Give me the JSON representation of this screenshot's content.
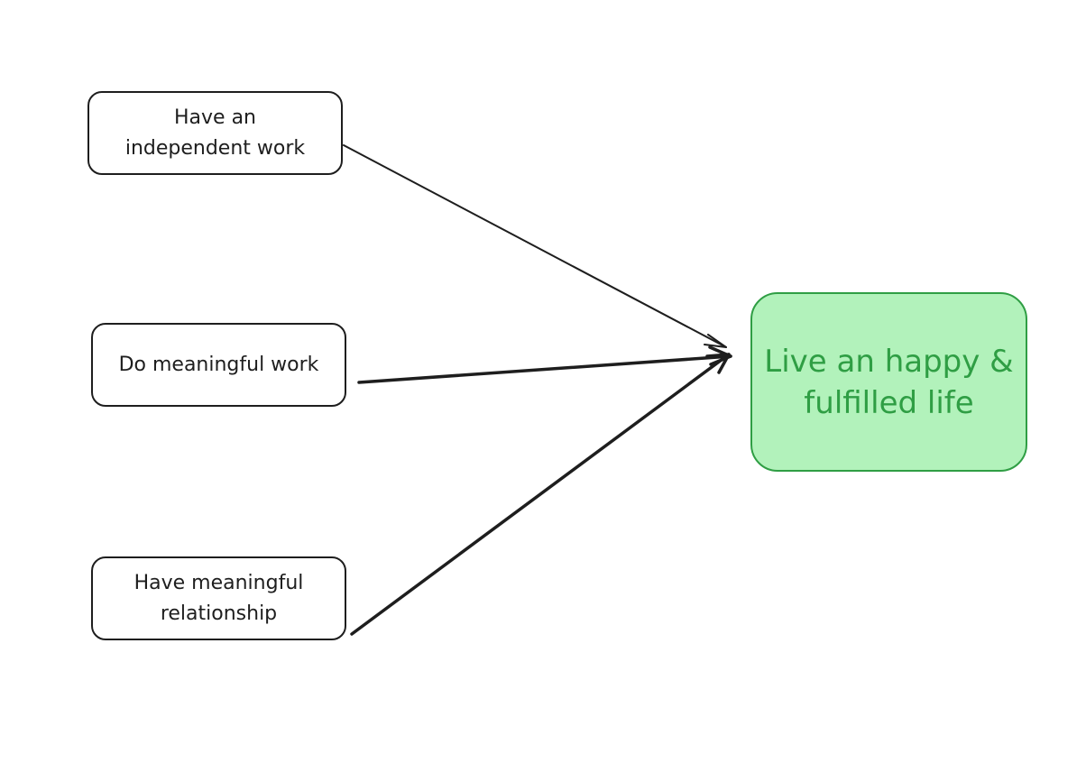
{
  "nodes": {
    "independent_work": "Have an\nindependent work",
    "meaningful_work": "Do meaningful work",
    "meaningful_relationship": "Have meaningful\nrelationship",
    "goal": "Live an happy &\nfulfilled life"
  },
  "colors": {
    "stroke": "#1e1e1e",
    "goal_fill": "#b2f2bb",
    "goal_stroke": "#2f9e44"
  },
  "edges": [
    {
      "from": "independent_work",
      "to": "goal"
    },
    {
      "from": "meaningful_work",
      "to": "goal"
    },
    {
      "from": "meaningful_relationship",
      "to": "goal"
    }
  ]
}
